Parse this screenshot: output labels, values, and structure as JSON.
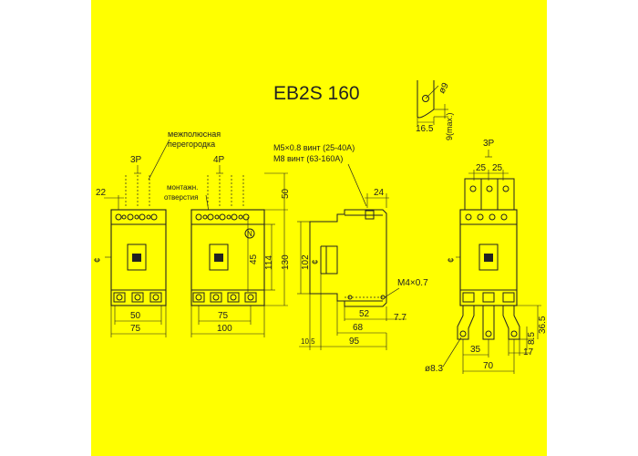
{
  "title": "EB2S 160",
  "labels": {
    "pole_3p": "3P",
    "pole_4p": "4P",
    "pole_3p_rear": "3P",
    "barrier_line1": "межполюсная",
    "barrier_line2": "перегородка",
    "mount_line1": "монтажн.",
    "mount_line2": "отверстия",
    "screw_line1": "M5×0.8 винт (25-40A)",
    "screw_line2": "M8 винт (63-160A)",
    "m4": "M4×0.7"
  },
  "dims": {
    "d22": "22",
    "d50a": "50",
    "d75a": "75",
    "d75b": "75",
    "d100": "100",
    "d50b": "50",
    "d45": "45",
    "d114": "114",
    "d130": "130",
    "d24": "24",
    "d102": "102",
    "d52": "52",
    "d7_7": "7.7",
    "d68": "68",
    "d10_5": "10.5",
    "d95": "95",
    "d16_5": "16.5",
    "d9max": "9(max.)",
    "d_phi9": "ø9",
    "d25a": "25",
    "d25b": "25",
    "d36_5": "36.5",
    "d8_5": "8.5",
    "d17": "17",
    "d35": "35",
    "d70": "70",
    "d_phi8_3": "ø8.3",
    "center_mark": "¢"
  }
}
